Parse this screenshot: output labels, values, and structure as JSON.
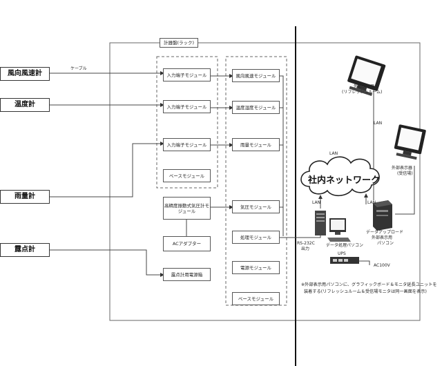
{
  "rack": {
    "label": "計器盤(ラック)"
  },
  "sensors": {
    "wind": "風向風速計",
    "temp": "温度計",
    "rain": "雨量計",
    "dew": "露点計"
  },
  "cable_label": "ケーブル",
  "left_modules": {
    "input1": "入力端子モジュール",
    "input2": "入力端子モジュール",
    "input3": "入力端子モジュール",
    "base": "ベースモジュール",
    "barometer": "高精度振動式気圧計モジュール",
    "ac_adapter": "ACアダプター",
    "dew_power": "露点計用電源箱"
  },
  "right_modules": {
    "wind": "風向風速モジュール",
    "temp": "温度湿度モジュール",
    "rain": "雨量モジュール",
    "pressure": "気圧モジュール",
    "processing": "処理モジュール",
    "power": "電源モジュール",
    "base": "ベースモジュール"
  },
  "network": {
    "cloud": "社内ネットワーク",
    "lan1": "LAN",
    "lan2": "LAN",
    "lan3": "LAN",
    "lan4": "LAN",
    "rs232c_1": "RS-232C",
    "rs232c_2": "出力",
    "pc": "データ処理パソコン",
    "ups": "UPS",
    "ac100v": "AC100V",
    "upload_pc_1": "データアップロード",
    "upload_pc_2": "外部表示用",
    "upload_pc_3": "パソコン",
    "display1_1": "外部表示器",
    "display1_2": "(リフレッシュルーム)",
    "display2_1": "外部表示器",
    "display2_2": "(受信場)"
  },
  "note": {
    "line1": "※外部表示用パソコンに、グラフィックボード＆モニタ延長ユニットを",
    "line2": "装着する(リフレッシュルーム＆受信場モニタは同一画面を表示)"
  }
}
